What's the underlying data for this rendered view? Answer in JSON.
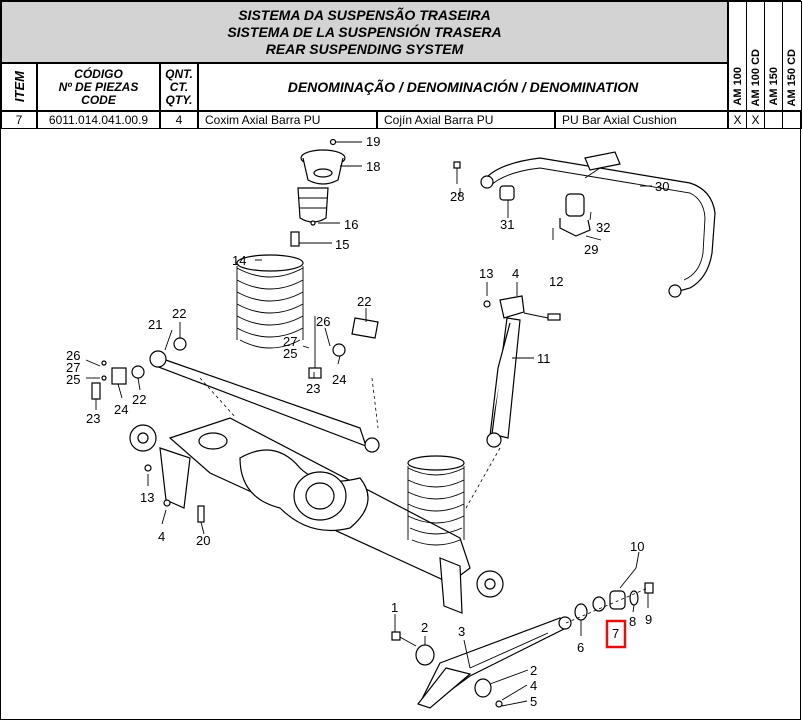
{
  "header": {
    "title_pt": "SISTEMA DA SUSPENSÃO TRASEIRA",
    "title_es": "SISTEMA DE LA SUSPENSIÓN TRASERA",
    "title_en": "REAR SUSPENDING SYSTEM",
    "col_item": "ITEM",
    "col_code_1": "CÓDIGO",
    "col_code_2": "Nº DE PIEZAS",
    "col_code_3": "CODE",
    "col_qty_1": "QNT.",
    "col_qty_2": "CT.",
    "col_qty_3": "QTY.",
    "col_name": "DENOMINAÇÃO / DENOMINACIÓN / DENOMINATION",
    "models": [
      "AM 100",
      "AM 100 CD",
      "AM 150",
      "AM 150 CD"
    ]
  },
  "row": {
    "item": "7",
    "code": "6011.014.041.00.9",
    "qty": "4",
    "name_pt": "Coxim Axial Barra PU",
    "name_es": "Cojín Axial Barra PU",
    "name_en": "PU Bar Axial Cushion",
    "marks": [
      "X",
      "X",
      "",
      ""
    ]
  },
  "diagram": {
    "callouts": [
      "19",
      "18",
      "16",
      "15",
      "14",
      "28",
      "31",
      "30",
      "32",
      "29",
      "13",
      "4",
      "12",
      "11",
      "22",
      "21",
      "26",
      "27",
      "25",
      "24",
      "22",
      "23",
      "26",
      "27",
      "25",
      "24",
      "22",
      "23",
      "13",
      "4",
      "20",
      "10",
      "1",
      "2",
      "3",
      "6",
      "7",
      "8",
      "9",
      "2",
      "4",
      "5"
    ],
    "highlighted": "7"
  }
}
